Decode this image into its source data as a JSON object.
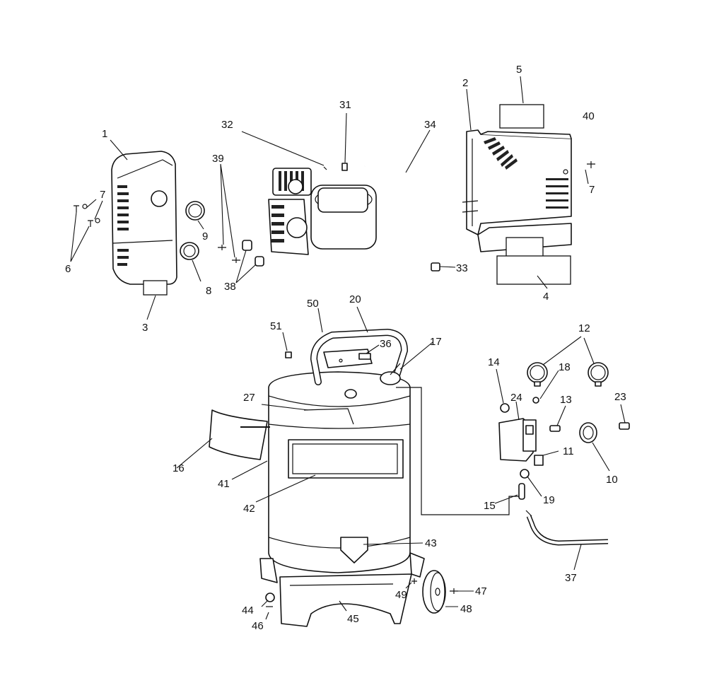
{
  "diagram": {
    "callouts": {
      "c1": "1",
      "c2": "2",
      "c3": "3",
      "c4": "4",
      "c5": "5",
      "c6": "6",
      "c7a": "7",
      "c7b": "7",
      "c8": "8",
      "c9": "9",
      "c10": "10",
      "c11": "11",
      "c12": "12",
      "c13": "13",
      "c14": "14",
      "c15": "15",
      "c16": "16",
      "c17": "17",
      "c18": "18",
      "c19": "19",
      "c20": "20",
      "c23": "23",
      "c24": "24",
      "c27": "27",
      "c31": "31",
      "c32": "32",
      "c33": "33",
      "c34": "34",
      "c36": "36",
      "c37": "37",
      "c38": "38",
      "c39": "39",
      "c40": "40",
      "c41": "41",
      "c42": "42",
      "c43": "43",
      "c44": "44",
      "c45": "45",
      "c46": "46",
      "c47": "47",
      "c48": "48",
      "c49": "49",
      "c50": "50",
      "c51": "51"
    },
    "colors": {
      "ink": "#111111",
      "paper": "#ffffff"
    }
  }
}
